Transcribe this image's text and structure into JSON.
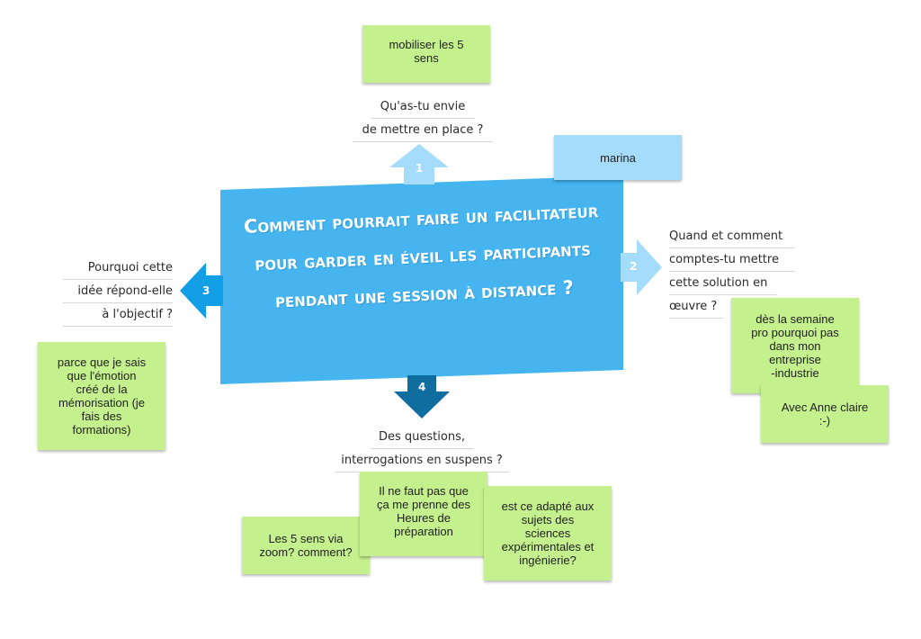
{
  "central": {
    "title": "Comment pourrait faire un facilitateur pour garder en éveil les participants pendant une session à distance ?"
  },
  "branches": [
    {
      "number": "1",
      "prompt_lines": [
        "Qu'as-tu envie",
        "de mettre en place ?"
      ],
      "color": "#a6dcfb"
    },
    {
      "number": "2",
      "prompt_lines": [
        "Quand et comment",
        "comptes-tu mettre",
        "cette solution en",
        "œuvre ?"
      ],
      "color": "#a6dcfb"
    },
    {
      "number": "3",
      "prompt_lines": [
        "Pourquoi cette",
        "idée répond-elle",
        "à l'objectif ?"
      ],
      "color": "#139fe6"
    },
    {
      "number": "4",
      "prompt_lines": [
        "Des questions,",
        "interrogations en suspens ?"
      ],
      "color": "#0f6d9f"
    }
  ],
  "notes": {
    "mobiliser": "mobiliser les 5\nsens",
    "marina": "marina",
    "semaine": "dès la semaine\npro pourquoi pas\ndans mon\nentreprise\n-industrie",
    "anne": "Avec Anne claire\n:-)",
    "emotion": "parce que je sais\nque l'émotion\ncréé de la\nmémorisation (je\nfais des\nformations)",
    "zoom": "Les 5 sens via\nzoom? comment?",
    "heures": "Il ne faut pas que\nça me prenne des\nHeures de\npréparation",
    "sciences": "est ce adapté aux\nsujets des\nsciences\nexpérimentales et\ningénierie?"
  },
  "colors": {
    "central": "#45b4ef",
    "note_green": "#c4f08e",
    "note_blue": "#a6dcfb"
  }
}
